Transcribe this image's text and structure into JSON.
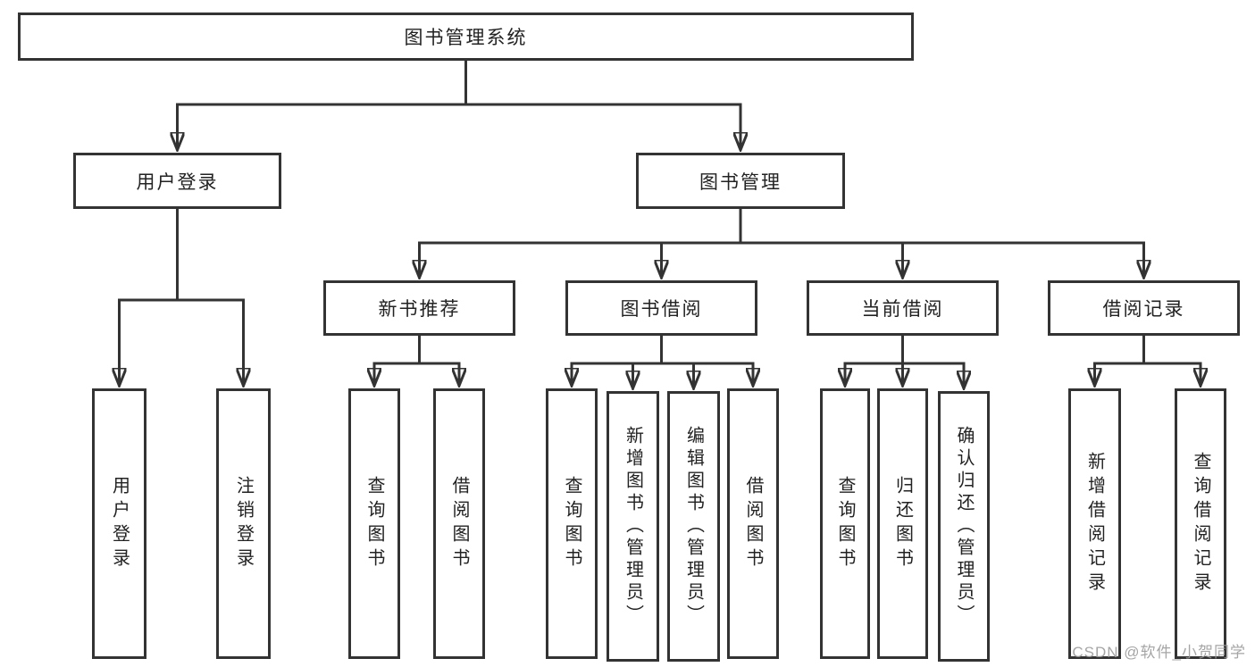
{
  "diagram": {
    "title": "图书管理系统",
    "level2": {
      "user_login": "用户登录",
      "book_mgmt": "图书管理"
    },
    "level3": {
      "new_books": "新书推荐",
      "borrowing": "图书借阅",
      "current": "当前借阅",
      "records": "借阅记录"
    },
    "leaves": {
      "login": "用户登录",
      "logout": "注销登录",
      "nb_query": "查询图书",
      "nb_borrow": "借阅图书",
      "bw_query": "查询图书",
      "bw_add": "新增图书（管理员）",
      "bw_edit": "编辑图书（管理员）",
      "bw_borrow": "借阅图书",
      "cu_query": "查询图书",
      "cu_return": "归还图书",
      "cu_confirm": "确认归还（管理员）",
      "rc_add": "新增借阅记录",
      "rc_query": "查询借阅记录"
    }
  },
  "watermark": "CSDN @软件_小贺同学",
  "colors": {
    "line": "#333333",
    "box_border": "#333333",
    "box_fill": "#ffffff",
    "text": "#222222",
    "watermark": "#9b9b9b",
    "background": "#ffffff"
  }
}
